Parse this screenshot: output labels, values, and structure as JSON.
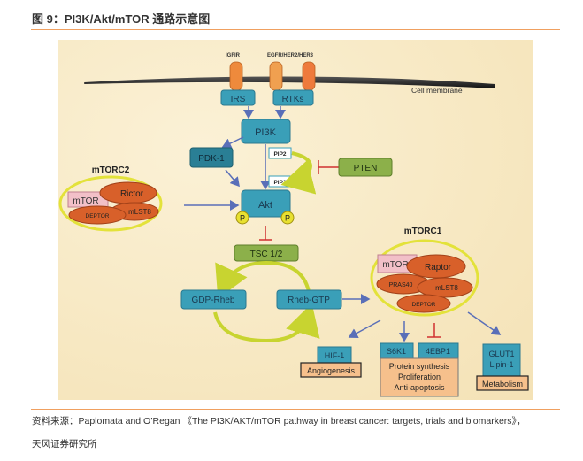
{
  "figure": {
    "title": "图 9：PI3K/Akt/mTOR 通路示意图",
    "source_line1": "资料来源：Paplomata and O’Regan 《The PI3K/AKT/mTOR pathway in breast cancer: targets, trials and biomarkers》，",
    "source_line2": "天风证券研究所"
  },
  "diagram": {
    "membrane_label": "Cell membrane",
    "receptors": [
      {
        "label": "IGFIR"
      },
      {
        "label": "EGFR/HER2/HER3"
      }
    ],
    "nodes": {
      "irs": "IRS",
      "rtks": "RTKs",
      "pi3k": "PI3K",
      "pdk1": "PDK-1",
      "pip2": "PIP2",
      "pip3": "PIP3",
      "pten": "PTEN",
      "akt": "Akt",
      "phospho": "P",
      "tsc": "TSC 1/2",
      "gdp_rheb": "GDP-Rheb",
      "rheb_gtp": "Rheb-GTP",
      "hif1": "HIF-1",
      "s6k1": "S6K1",
      "4ebp1": "4EBP1",
      "glut1": "GLUT1",
      "lipin1": "Lipin-1"
    },
    "mtorc2": {
      "title": "mTORC2",
      "components": [
        "mTOR",
        "Rictor",
        "mLST8",
        "DEPTOR"
      ]
    },
    "mtorc1": {
      "title": "mTORC1",
      "components": [
        "mTOR",
        "Raptor",
        "PRAS40",
        "mLST8",
        "DEPTOR"
      ]
    },
    "outcomes": {
      "angiogenesis": "Angiogenesis",
      "protein": [
        "Protein synthesis",
        "Proliferation",
        "Anti-apoptosis"
      ],
      "metabolism": "Metabolism"
    },
    "colors": {
      "teal_box": "#3a9fb8",
      "dark_teal_box": "#2a7f95",
      "green_box": "#8cb04a",
      "orange_ellipse": "#d8602a",
      "pink_box": "#f2c0c8",
      "yellow_ring": "#e3e23a",
      "arrow_blue": "#5a6fb8",
      "inhibit_red": "#d03030",
      "outcome_box": "#f6c08c",
      "receptor_orange": "#ee8a3c"
    }
  }
}
